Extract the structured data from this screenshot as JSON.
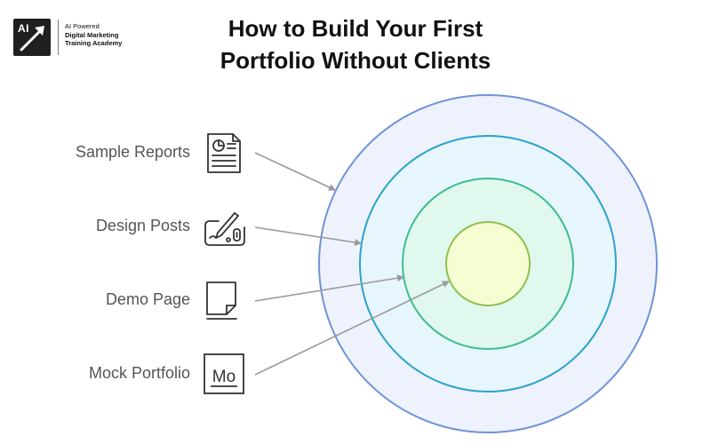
{
  "logo": {
    "mark": "AI",
    "line1": "AI Powered",
    "line2": "Digital Marketing",
    "line3": "Training Academy",
    "icon": "upward-arrow-icon"
  },
  "title": {
    "line1": "How to Build Your First",
    "line2": "Portfolio Without Clients"
  },
  "items": [
    {
      "label": "Sample Reports",
      "icon": "report-document-icon"
    },
    {
      "label": "Design Posts",
      "icon": "design-tablet-icon"
    },
    {
      "label": "Demo Page",
      "icon": "page-note-icon"
    },
    {
      "label": "Mock Portfolio",
      "icon": "mockup-mo-icon"
    }
  ],
  "icon_text": {
    "mock": "Mo"
  },
  "colors": {
    "ring1_fill": "#eef2fc",
    "ring1_stroke": "#6f93d6",
    "ring2_fill": "#e7f6fc",
    "ring2_stroke": "#2aa3c9",
    "ring3_fill": "#e0f8ee",
    "ring3_stroke": "#3fbd8e",
    "ring4_fill": "#f7fdd2",
    "ring4_stroke": "#8fc14d",
    "arrow": "#9a9a9a",
    "icon": "#333333"
  }
}
